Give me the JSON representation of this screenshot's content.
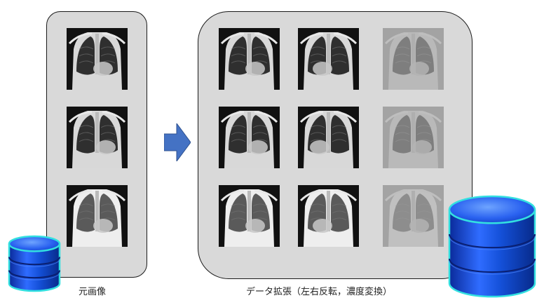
{
  "diagram": {
    "captions": {
      "original": "元画像",
      "augmented": "データ拡張（左右反転，濃度変換）"
    },
    "original_images": [
      {
        "variant": "original",
        "patient": 1
      },
      {
        "variant": "original",
        "patient": 2
      },
      {
        "variant": "original",
        "patient": 3
      }
    ],
    "augmented_images": [
      {
        "variant": "original",
        "patient": 1
      },
      {
        "variant": "flipped",
        "patient": 1
      },
      {
        "variant": "low-contrast",
        "patient": 1
      },
      {
        "variant": "original",
        "patient": 2
      },
      {
        "variant": "flipped",
        "patient": 2
      },
      {
        "variant": "low-contrast",
        "patient": 2
      },
      {
        "variant": "original",
        "patient": 3
      },
      {
        "variant": "flipped",
        "patient": 3
      },
      {
        "variant": "low-contrast",
        "patient": 3
      }
    ],
    "icons": {
      "arrow": "right-arrow-icon",
      "database_small": "database-icon",
      "database_large": "database-icon"
    },
    "colors": {
      "panel_fill": "#d9d9d9",
      "panel_border": "#1a1a1a",
      "arrow": "#4472c4",
      "database_blue": "#1450d8",
      "database_glow": "#33e0e0"
    }
  }
}
